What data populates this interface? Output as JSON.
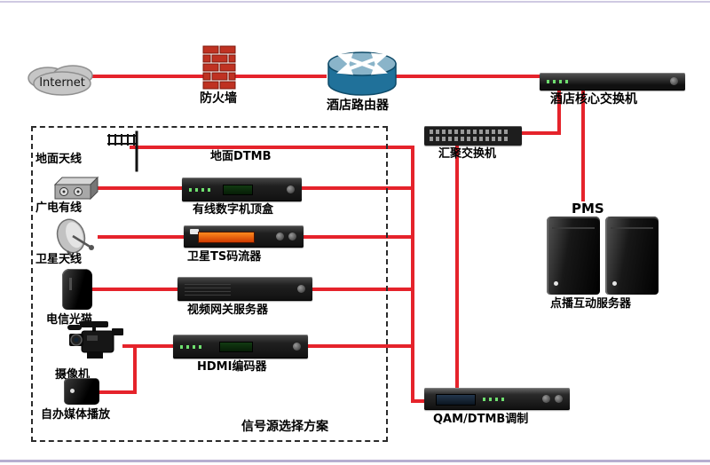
{
  "page": {
    "accent_color": "#e5232b",
    "background": "#ffffff"
  },
  "nodes": {
    "internet": {
      "label": "Internet"
    },
    "firewall": {
      "label": "防火墙"
    },
    "router": {
      "label": "酒店路由器"
    },
    "core_switch": {
      "label": "酒店核心交换机"
    },
    "agg_switch": {
      "label": "汇聚交换机"
    },
    "pms": {
      "label": "PMS"
    },
    "vod_server": {
      "label": "点播互动服务器"
    },
    "terrestrial_antenna": {
      "label": "地面天线"
    },
    "terrestrial_dtmb": {
      "label": "地面DTMB"
    },
    "cable": {
      "label": "广电有线"
    },
    "stb": {
      "label": "有线数字机顶盒"
    },
    "satellite_antenna": {
      "label": "卫星天线"
    },
    "ts_streamer": {
      "label": "卫星TS码流器"
    },
    "telecom_modem": {
      "label": "电信光猫"
    },
    "video_gateway": {
      "label": "视频网关服务器"
    },
    "camera": {
      "label": "摄像机"
    },
    "hdmi_encoder": {
      "label": "HDMI编码器"
    },
    "self_media": {
      "label": "自办媒体播放"
    },
    "source_box": {
      "label": "信号源选择方案"
    },
    "qam": {
      "label": "QAM/DTMB调制"
    }
  }
}
